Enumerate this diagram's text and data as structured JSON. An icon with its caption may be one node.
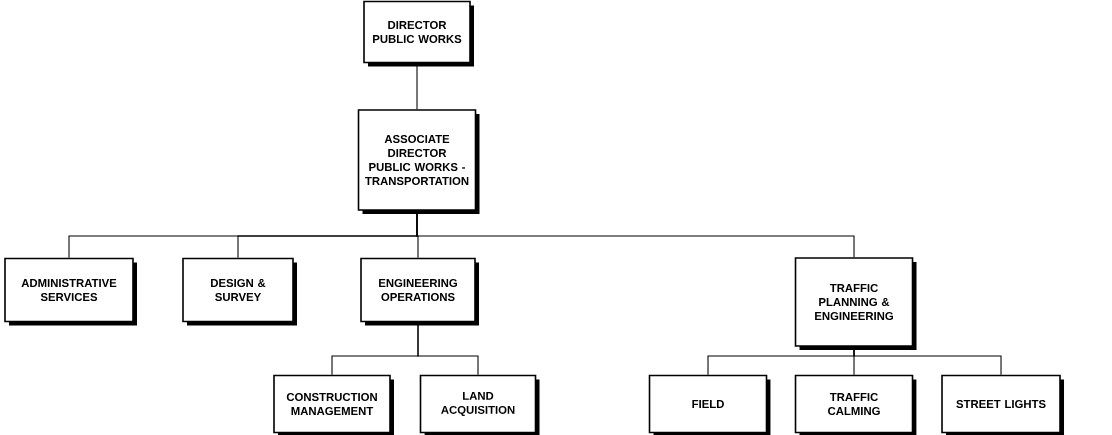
{
  "diagram": {
    "nodes": [
      {
        "text": [
          "DIRECTOR PUBLIC WORKS"
        ]
      },
      {
        "text": [
          "ASSOCIATE DIRECTOR PUBLIC WORKS - TRANSPORTATION"
        ]
      },
      {
        "text": [
          "ADMINISTRATIVE SERVICES"
        ]
      },
      {
        "text": [
          "DESIGN & SURVEY"
        ]
      },
      {
        "text": [
          "ENGINEERING OPERATIONS"
        ]
      },
      {
        "text": [
          "TRAFFIC PLANNING & ENGINEERING"
        ]
      },
      {
        "text": [
          "CONSTRUCTION MANAGEMENT"
        ]
      },
      {
        "text": [
          "LAND ACQUISITION"
        ]
      },
      {
        "text": [
          "FIELD"
        ]
      },
      {
        "text": [
          "TRAFFIC CALMING"
        ]
      },
      {
        "text": [
          "STREET LIGHTS"
        ]
      }
    ],
    "edges": [
      {
        "from": 0,
        "to": 1,
        "arrow": "none"
      },
      {
        "from": 1,
        "to": 2,
        "arrow": "none"
      },
      {
        "from": 1,
        "to": 3,
        "arrow": "none"
      },
      {
        "from": 1,
        "to": 4,
        "arrow": "none"
      },
      {
        "from": 1,
        "to": 5,
        "arrow": "none"
      },
      {
        "from": 4,
        "to": 6,
        "arrow": "none"
      },
      {
        "from": 4,
        "to": 7,
        "arrow": "none"
      },
      {
        "from": 5,
        "to": 8,
        "arrow": "none"
      },
      {
        "from": 5,
        "to": 9,
        "arrow": "none"
      },
      {
        "from": 5,
        "to": 10,
        "arrow": "none"
      }
    ]
  }
}
